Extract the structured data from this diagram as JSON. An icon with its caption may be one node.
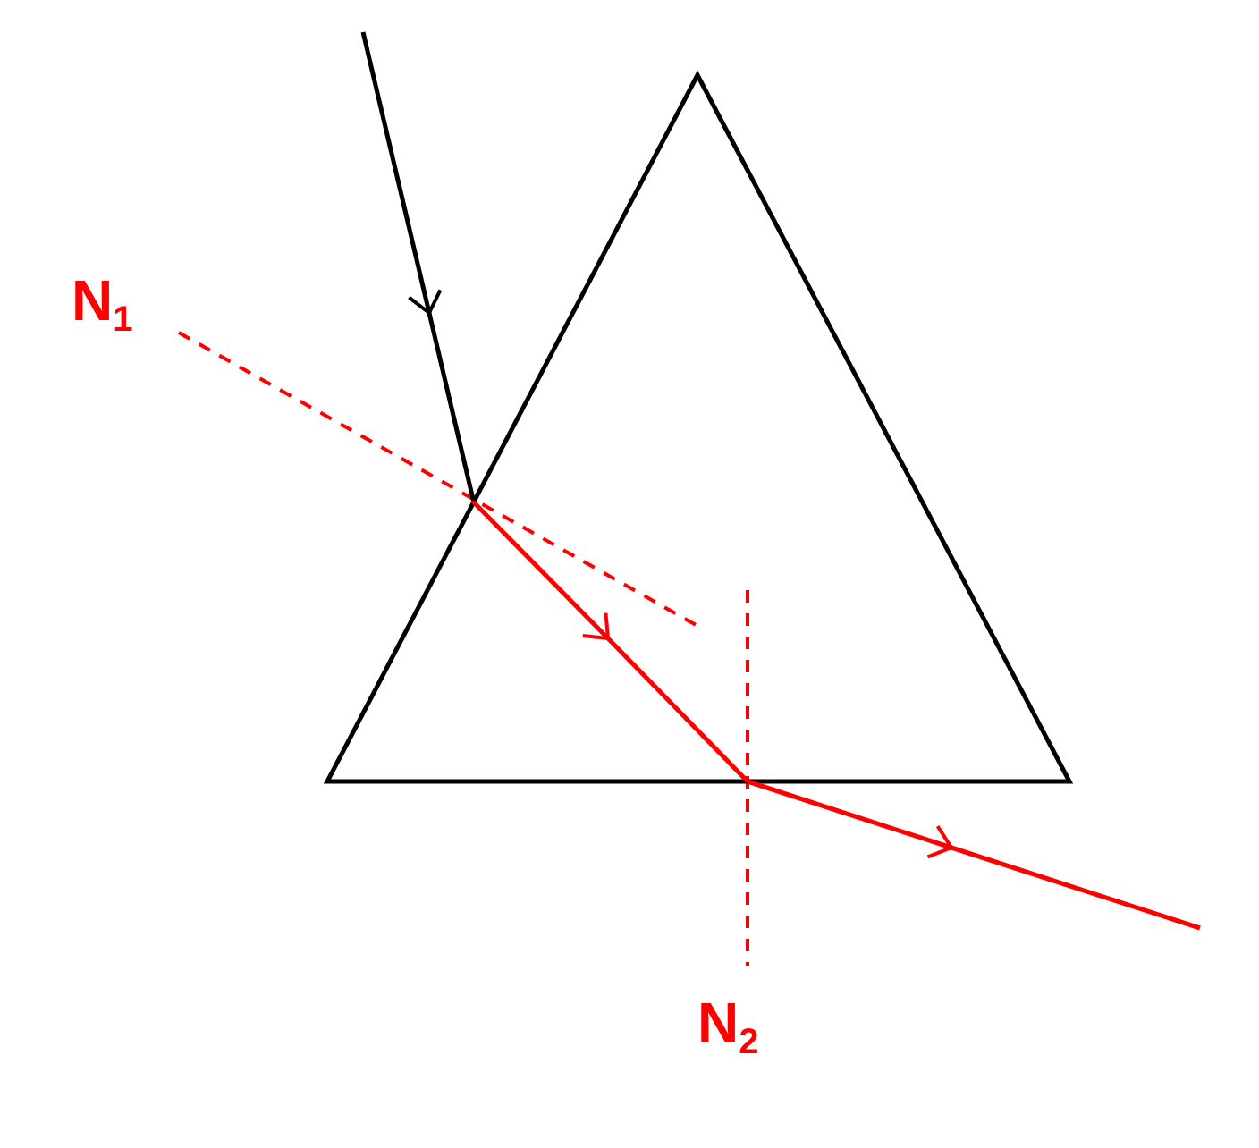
{
  "diagram": {
    "nodes": [
      {
        "text": [],
        "shape": "triangle"
      }
    ],
    "labels": [
      "N$_{1}$",
      "N$_{2}$"
    ]
  }
}
